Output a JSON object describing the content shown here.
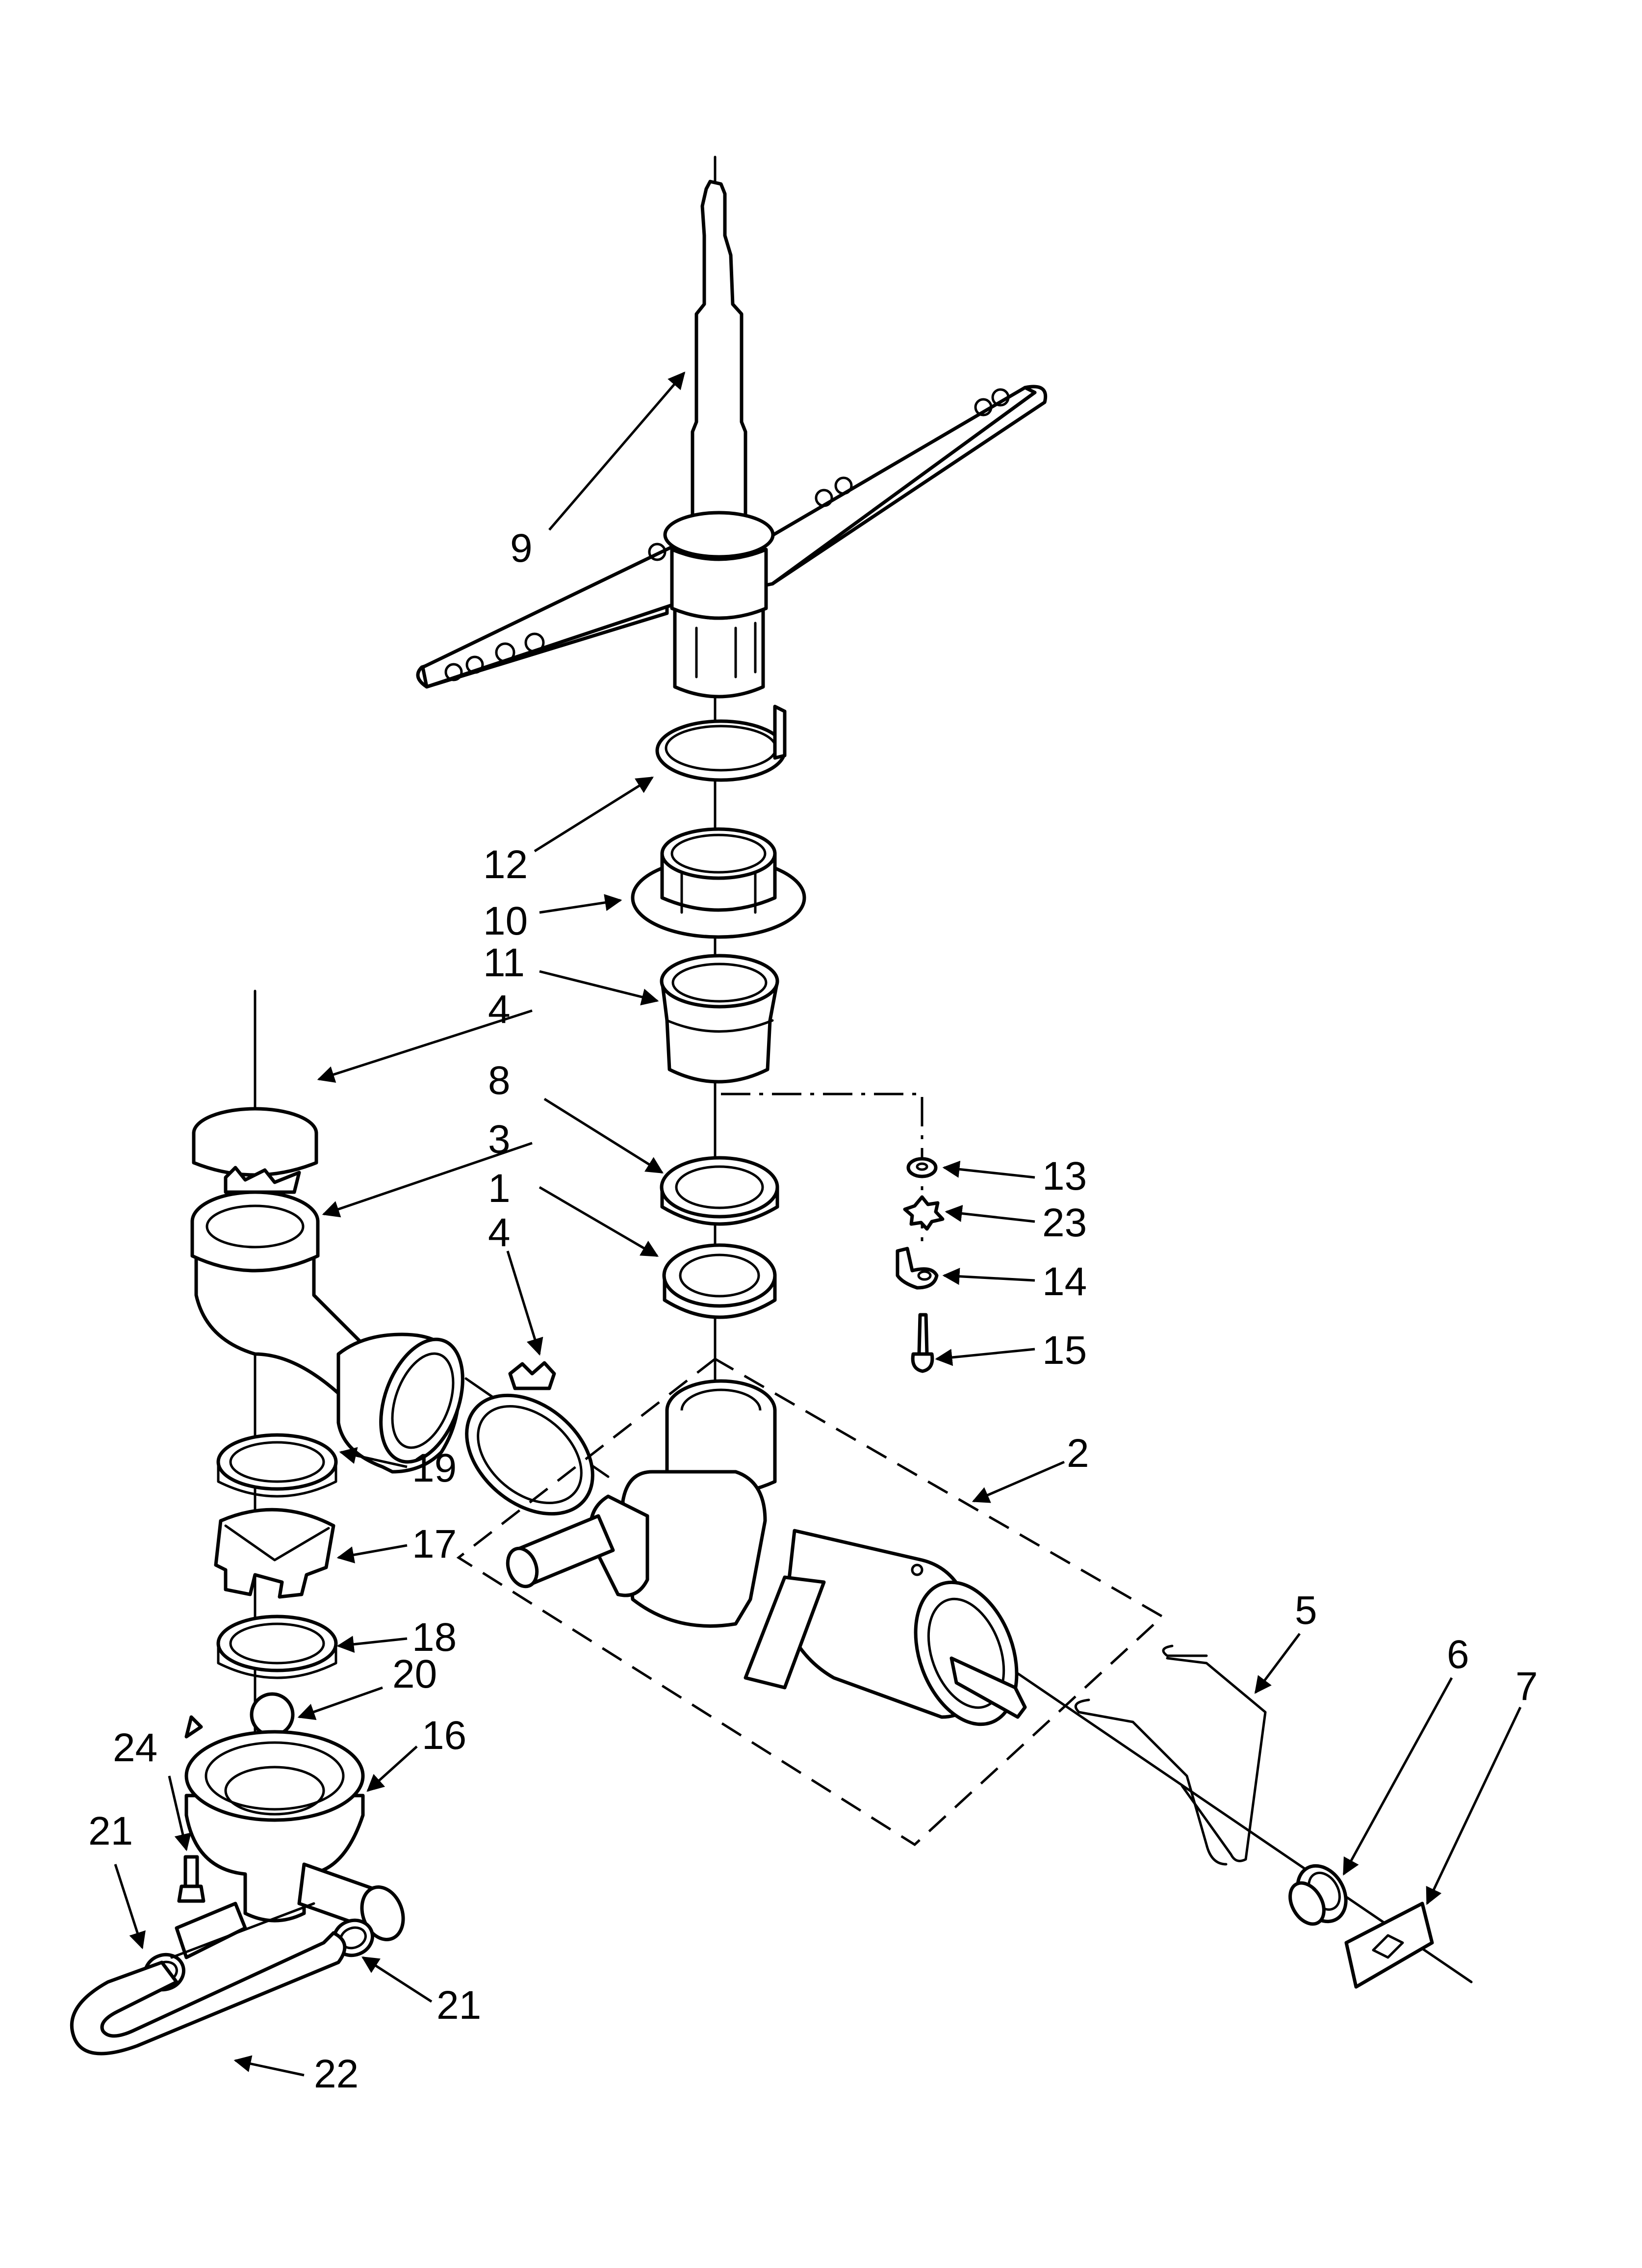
{
  "diagram": {
    "callouts": {
      "c1": "1",
      "c2": "2",
      "c3": "3",
      "c4a": "4",
      "c4b": "4",
      "c5": "5",
      "c6": "6",
      "c7": "7",
      "c8": "8",
      "c9": "9",
      "c10": "10",
      "c11": "11",
      "c12": "12",
      "c13": "13",
      "c14": "14",
      "c15": "15",
      "c16": "16",
      "c17": "17",
      "c18": "18",
      "c19": "19",
      "c20": "20",
      "c21a": "21",
      "c21b": "21",
      "c22": "22",
      "c23": "23",
      "c24": "24"
    }
  }
}
